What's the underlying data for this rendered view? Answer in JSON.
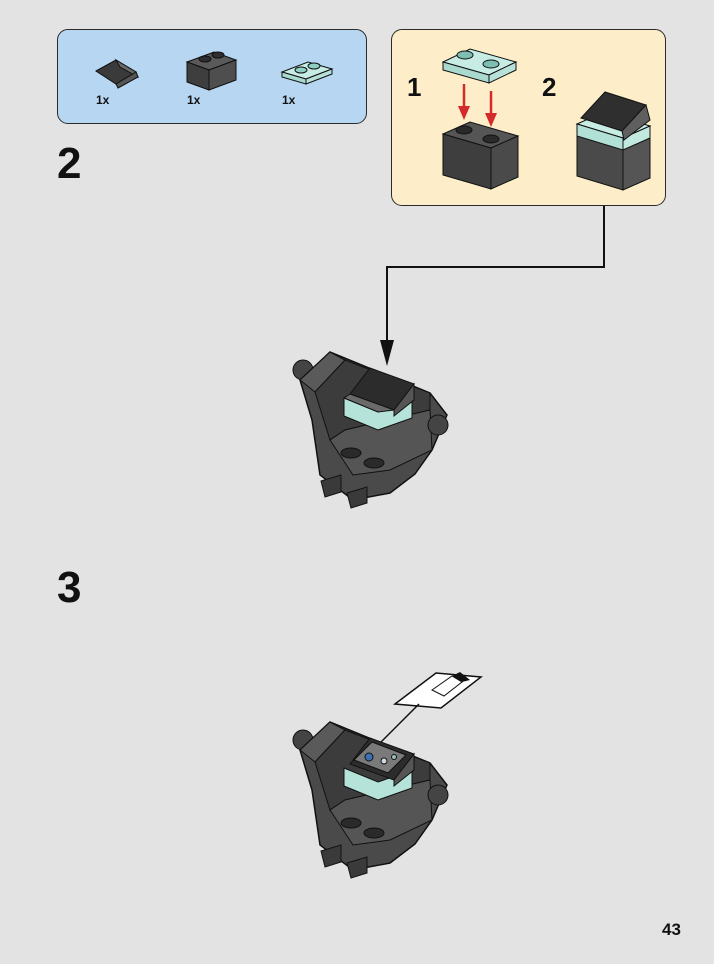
{
  "parts_list": {
    "items": [
      {
        "part": "dark-gray-slope-brick",
        "quantity": "1x"
      },
      {
        "part": "dark-gray-2x1-brick",
        "quantity": "1x"
      },
      {
        "part": "trans-light-blue-2x1-plate",
        "quantity": "1x"
      }
    ]
  },
  "steps": [
    {
      "number": "2"
    },
    {
      "number": "3"
    }
  ],
  "sub_assembly": {
    "steps": [
      {
        "number": "1"
      },
      {
        "number": "2"
      }
    ]
  },
  "page": {
    "number": "43"
  },
  "colors": {
    "background": "#e3e3e3",
    "parts_box": "#b6d6f2",
    "sub_box": "#fdeec9",
    "dark_gray": "#4a4a4a",
    "trans_light_blue": "#bfe8e0",
    "arrow_red": "#d42a2a"
  }
}
